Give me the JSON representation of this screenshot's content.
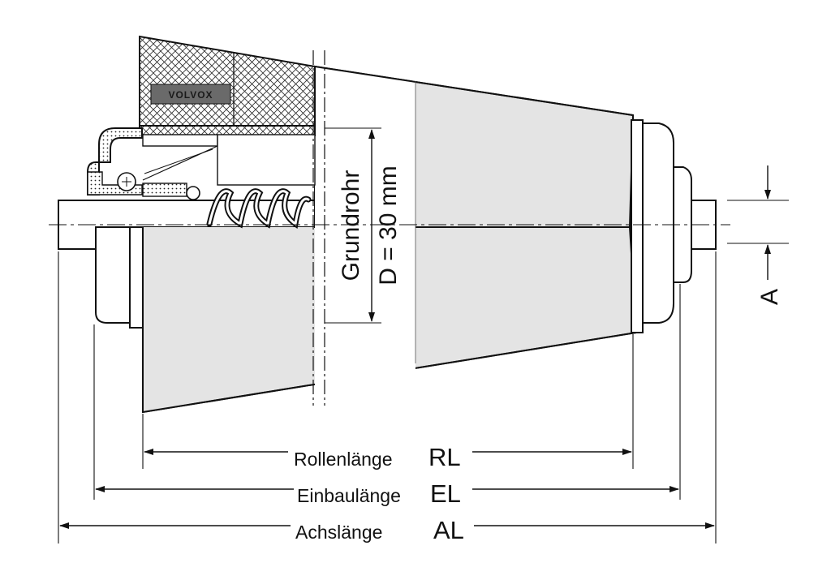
{
  "drawing": {
    "brand_label": "VOLVOX",
    "tube_label": "Grundrohr",
    "tube_diameter": "D = 30 mm",
    "offset_label": "A"
  },
  "dimensions": [
    {
      "name": "Rollenlänge",
      "abbr": "RL"
    },
    {
      "name": "Einbaulänge",
      "abbr": "EL"
    },
    {
      "name": "Achslänge",
      "abbr": "AL"
    }
  ],
  "colors": {
    "line": "#111111",
    "fill": "#e4e4e4",
    "background": "#ffffff"
  }
}
